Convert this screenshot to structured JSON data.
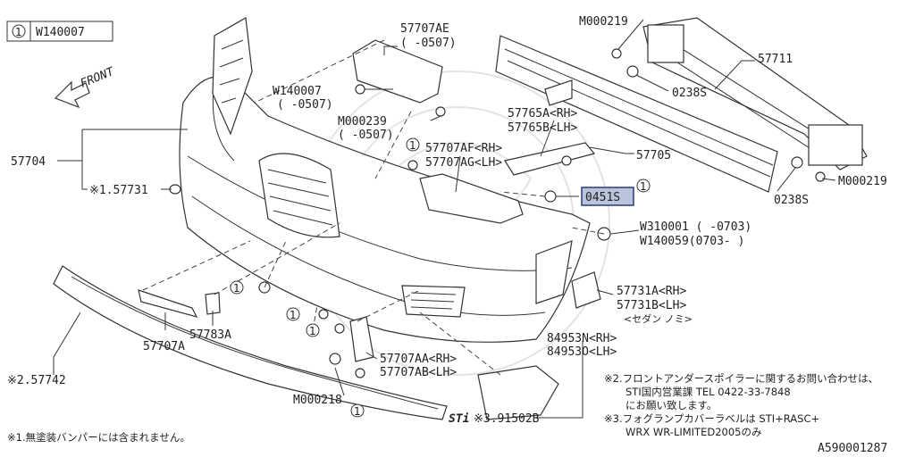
{
  "legend": {
    "circle_num": "1",
    "part": "W140007"
  },
  "front_label": "FRONT",
  "labels": {
    "p57707ae": "57707AE",
    "p57707ae_range": "(    -0507)",
    "w140007": "W140007",
    "w140007_range": "(    -0507)",
    "m000239": "M000239",
    "m000239_range": "(    -0507)",
    "m000219_top": "M000219",
    "p57711": "57711",
    "p0238s_top": "0238S",
    "p57765a": "57765A<RH>",
    "p57765b": "57765B<LH>",
    "p57705": "57705",
    "p57707af": "57707AF<RH>",
    "p57707ag": "57707AG<LH>",
    "p0238s_right": "0238S",
    "m000219_right": "M000219",
    "p0451s": "0451S",
    "w310001": "W310001 (    -0703)",
    "w140059": "W140059(0703-    )",
    "p57704": "57704",
    "p57731_note": "※1.57731",
    "p57731a": "57731A<RH>",
    "p57731b": "57731B<LH>",
    "sedan_only": "<セダン ノミ>",
    "p84953n": "84953N<RH>",
    "p84953o": "84953O<LH>",
    "p57707a": "57707A",
    "p57783a": "57783A",
    "p57707aa": "57707AA<RH>",
    "p57707ab": "57707AB<LH>",
    "m000218": "M000218",
    "p57742_note": "※2.57742",
    "p91502b_note": "※3.91502B",
    "sti_mark": "STi",
    "circle_num": "1"
  },
  "notes": {
    "n2_l1": "※2.フロントアンダースポイラーに関するお問い合わせは、",
    "n2_l2": "STI国内営業課 TEL 0422-33-7848",
    "n2_l3": "にお願い致します。",
    "n3_l1": "※3.フォグランプカバーラベルは STI+RASC+",
    "n3_l2": "WRX WR-LIMITED2005のみ",
    "n1": "※1.無塗装バンパーには含まれません。"
  },
  "diagram_id": "A590001287",
  "colors": {
    "highlight_fill": "#b9c3dc",
    "highlight_border": "#2b3a78",
    "ink": "#333333"
  }
}
